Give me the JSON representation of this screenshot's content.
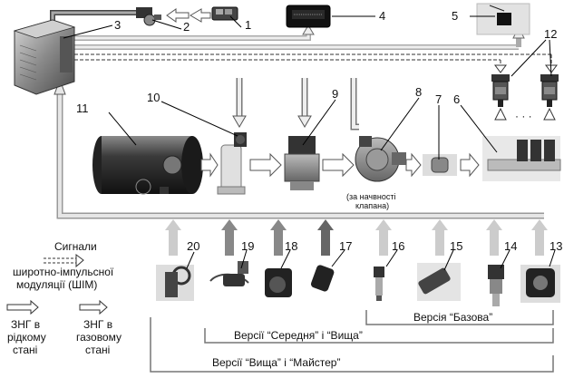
{
  "labels": {
    "n1": "1",
    "n2": "2",
    "n3": "3",
    "n4": "4",
    "n5": "5",
    "n6": "6",
    "n7": "7",
    "n8": "8",
    "n9": "9",
    "n10": "10",
    "n11": "11",
    "n12": "12",
    "n13": "13",
    "n14": "14",
    "n15": "15",
    "n16": "16",
    "n17": "17",
    "n18": "18",
    "n19": "19",
    "n20": "20"
  },
  "valve_note_line1": "(за начвності",
  "valve_note_line2": "клапана)",
  "ellipsis": "· · ·",
  "legend": {
    "pwm_line1": "Сигнали",
    "pwm_line2": "широтно-імпульсної",
    "pwm_line3": "модуляції (ШІМ)",
    "liquid_line1": "ЗНГ в",
    "liquid_line2": "рідкому",
    "liquid_line3": "стані",
    "gas_line1": "ЗНГ в",
    "gas_line2": "газовому",
    "gas_line3": "стані"
  },
  "versions": {
    "base": "Версія “Базова”",
    "mid_high": "Версії “Середня” і “Вища”",
    "high_max": "Версії “Вища” і “Майстер”"
  }
}
